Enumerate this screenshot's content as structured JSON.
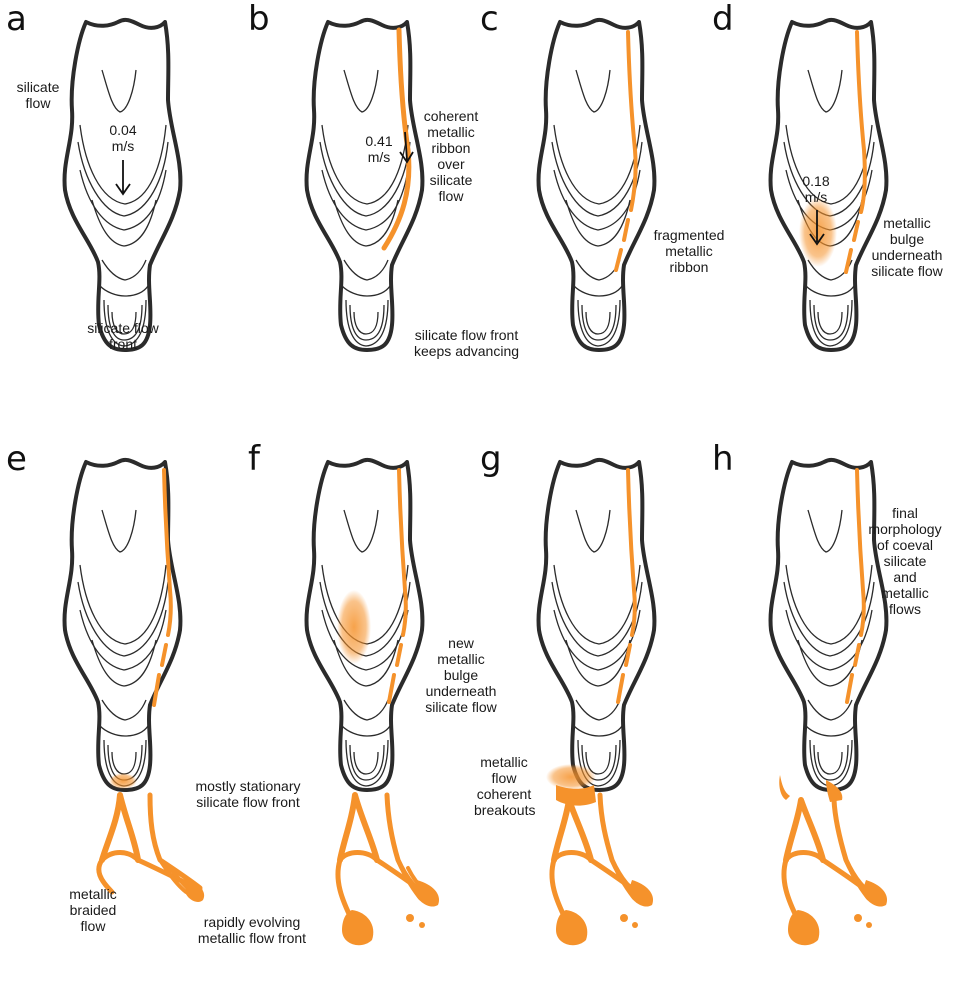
{
  "colors": {
    "metal": "#f5922b",
    "outline": "#2b2b2b",
    "background": "#ffffff"
  },
  "panels": [
    {
      "letter": "a",
      "velocity": "0.04\nm/s",
      "notes": [
        "silicate\nflow",
        "silicate flow\nfront"
      ]
    },
    {
      "letter": "b",
      "velocity": "0.41\nm/s",
      "notes": [
        "coherent\nmetallic\nribbon\nover\nsilicate\nflow",
        "silicate flow front\nkeeps advancing"
      ]
    },
    {
      "letter": "c",
      "notes": [
        "fragmented\nmetallic\nribbon"
      ]
    },
    {
      "letter": "d",
      "velocity": "0.18\nm/s",
      "notes": [
        "metallic\nbulge\nunderneath\nsilicate flow"
      ]
    },
    {
      "letter": "e",
      "notes": [
        "mostly stationary\nsilicate flow front",
        "metallic\nbraided\nflow",
        "rapidly evolving\nmetallic flow front"
      ]
    },
    {
      "letter": "f",
      "notes": [
        "new\nmetallic\nbulge\nunderneath\nsilicate flow"
      ]
    },
    {
      "letter": "g",
      "notes": [
        "metallic\nflow\ncoherent\nbreakouts"
      ]
    },
    {
      "letter": "h",
      "notes": [
        "final\nmorphology\nof coeval\nsilicate\nand\nmetallic\nflows"
      ]
    }
  ]
}
